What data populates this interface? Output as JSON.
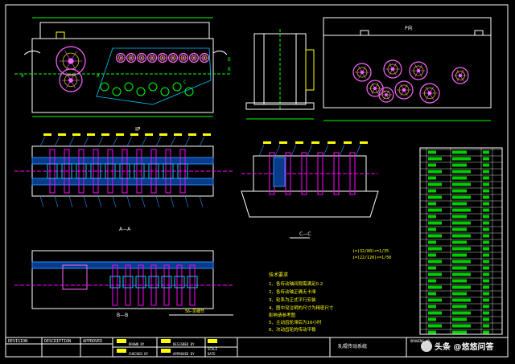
{
  "views": {
    "side_view_label": "P向",
    "section_ip_label": "IP",
    "section_aa_label": "A—A",
    "section_bb_label": "B—B",
    "section_cc_label": "C—C",
    "side_view_letters": [
      "A",
      "A",
      "B",
      "B",
      "C"
    ]
  },
  "ratio_notes": [
    "i=(32/80)×=1/35",
    "i=(22/120)×=1/50"
  ],
  "tech_requirements": {
    "title": "技术要求",
    "items": [
      "1、各传动轴间隙需满足0.2",
      "2、各传动轴正确无卡滞",
      "3、轮系为正式平行安装",
      "4、图中没注明的尺寸为精密尺寸",
      "  影响请参考图",
      "5、主动齿轮滞后为16小时",
      "6、次动齿轮的传动平稳"
    ]
  },
  "title_block": {
    "revision_label": "REVISION",
    "description_label": "DESCRIPTION",
    "approved_label": "APPROVED",
    "drawing_title": "轧辊传动系统",
    "drawn_by": "DRAWN BY",
    "designed_by": "DESIGNED BY",
    "checked_by": "CHECKED BY",
    "approved_by": "APPROVED BY",
    "scale": "SCALE",
    "date": "DATE",
    "drawing_no": "DRAWING NO."
  },
  "annotation_callout": "56—见细节",
  "watermark": "头条 @悠悠问答",
  "colors": {
    "background": "#000000",
    "outline": "#ffffff",
    "dimension": "#00ff00",
    "shaft": "#ff00ff",
    "gear": "#ff66ff",
    "hatch": "#00ccff",
    "leader": "#1e90ff",
    "text": "#ffff00",
    "table_fill": "#00cc00"
  }
}
